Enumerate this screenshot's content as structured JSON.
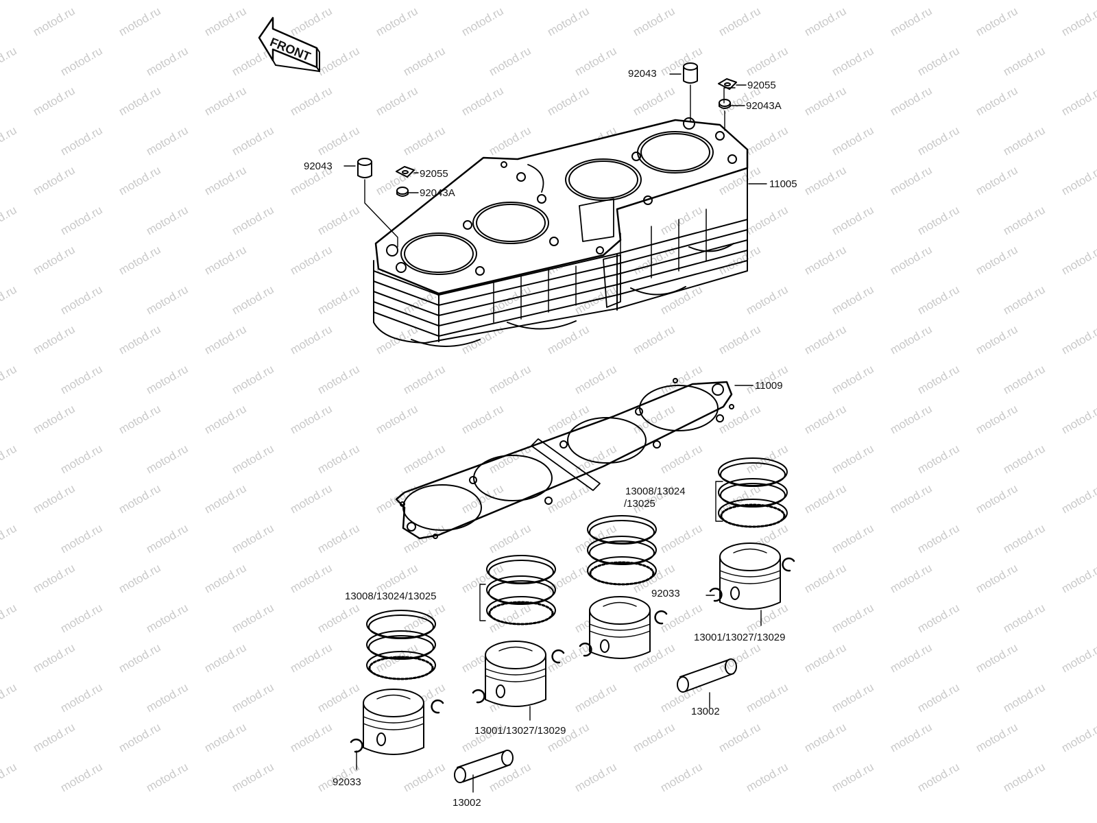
{
  "diagram": {
    "front_label": "FRONT",
    "watermark_text": "motod.ru",
    "callouts": {
      "c92043_right": "92043",
      "c92055_right": "92055",
      "c92043A_right": "92043A",
      "c92043_left": "92043",
      "c92055_left": "92055",
      "c92043A_left": "92043A",
      "c11005": "11005",
      "c11009": "11009",
      "rings_right_line1": "13008/13024",
      "rings_right_line2": "/13025",
      "rings_left": "13008/13024/13025",
      "c92033_right": "92033",
      "pistons_right": "13001/13027/13029",
      "pistons_left": "13001/13027/13029",
      "c13002_right": "13002",
      "c92033_left": "92033",
      "c13002_left": "13002"
    }
  }
}
